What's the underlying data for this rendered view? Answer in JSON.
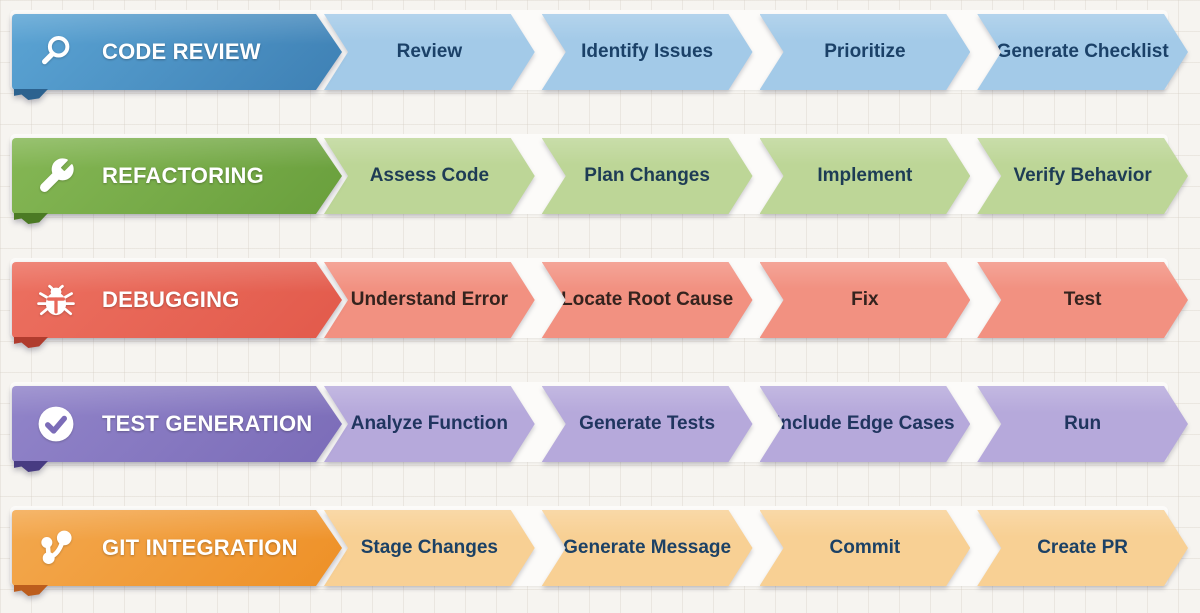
{
  "page": {
    "background": "#f6f4f0",
    "grid_line": "#cbc4b9",
    "step_separator": "#fcfbf9"
  },
  "rows": [
    {
      "title": "CODE REVIEW",
      "icon": "search-icon",
      "steps": [
        "Review",
        "Identify Issues",
        "Prioritize",
        "Generate Checklist"
      ],
      "colors": {
        "header_start": "#5ba4d4",
        "header_end": "#3e80b4",
        "fold": "#2c628f",
        "step_bg": "#a3cae8",
        "step_text": "#1b4168"
      }
    },
    {
      "title": "REFACTORING",
      "icon": "wrench-icon",
      "steps": [
        "Assess Code",
        "Plan Changes",
        "Implement",
        "Verify Behavior"
      ],
      "colors": {
        "header_start": "#85b755",
        "header_end": "#699f3c",
        "fold": "#4b7a24",
        "step_bg": "#bdd697",
        "step_text": "#1e3c55"
      }
    },
    {
      "title": "DEBUGGING",
      "icon": "bug-icon",
      "steps": [
        "Understand Error",
        "Locate Root Cause",
        "Fix",
        "Test"
      ],
      "colors": {
        "header_start": "#ec7060",
        "header_end": "#e25a4b",
        "fold": "#b03c2e",
        "step_bg": "#f29181",
        "step_text": "#35231e"
      }
    },
    {
      "title": "TEST GENERATION",
      "icon": "check-circle-icon",
      "steps": [
        "Analyze Function",
        "Generate Tests",
        "Include Edge Cases",
        "Run"
      ],
      "colors": {
        "header_start": "#9184c9",
        "header_end": "#7b6cb8",
        "fold": "#473b82",
        "step_bg": "#b6a9db",
        "step_text": "#20355f"
      }
    },
    {
      "title": "GIT INTEGRATION",
      "icon": "git-branch-icon",
      "steps": [
        "Stage Changes",
        "Generate Message",
        "Commit",
        "Create PR"
      ],
      "colors": {
        "header_start": "#f3a84e",
        "header_end": "#ee9026",
        "fold": "#bc5d1d",
        "step_bg": "#f8d094",
        "step_text": "#1c4165"
      }
    }
  ]
}
